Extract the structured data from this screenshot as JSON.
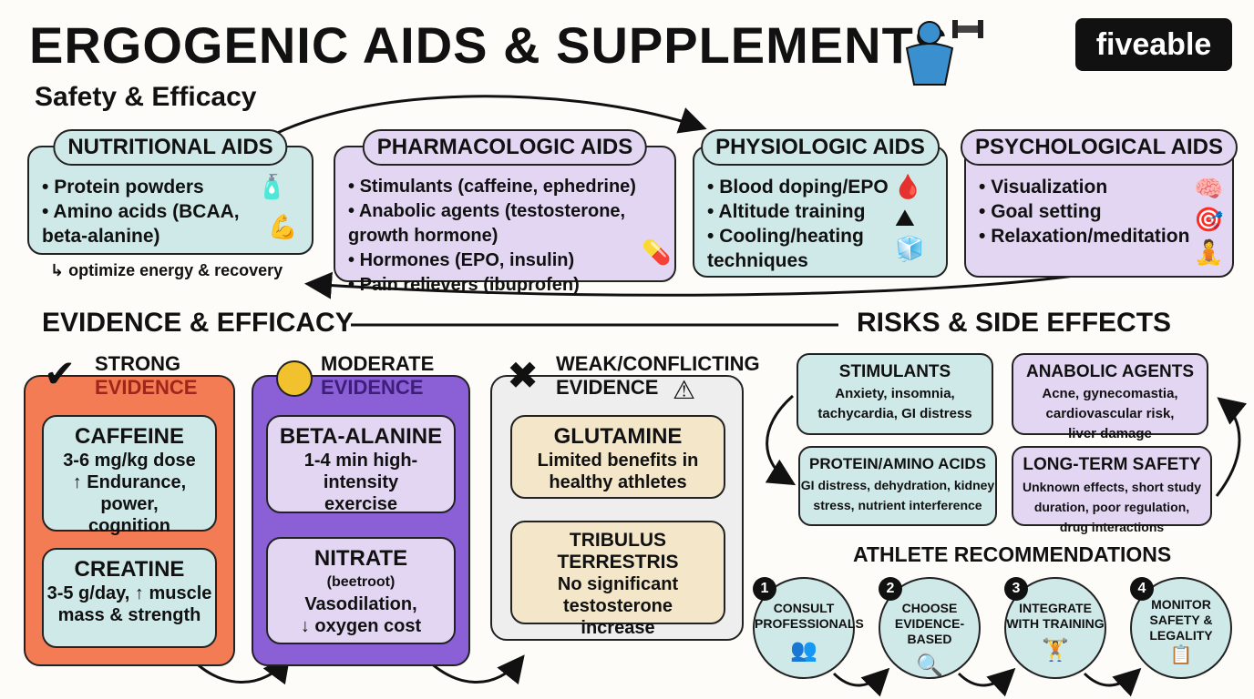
{
  "header": {
    "title": "ERGOGENIC AIDS & SUPPLEMENTS",
    "subtitle": "Safety & Efficacy",
    "logo": "fiveable",
    "title_icon": "flexing-athlete-dumbbell-icon"
  },
  "aids": [
    {
      "title": "NUTRITIONAL AIDS",
      "items": [
        "Protein powders",
        "Amino acids (BCAA, beta-alanine)"
      ],
      "note": "↳ optimize energy & recovery",
      "icons": [
        "protein-jar-icon",
        "flexed-arm-icon"
      ]
    },
    {
      "title": "PHARMACOLOGIC AIDS",
      "items": [
        "Stimulants (caffeine, ephedrine)",
        "Anabolic agents (testosterone, growth hormone)",
        "Hormones (EPO, insulin)",
        "Pain relievers (ibuprofen)"
      ],
      "icons": [
        "pill-icon"
      ]
    },
    {
      "title": "PHYSIOLOGIC AIDS",
      "items": [
        "Blood doping/EPO",
        "Altitude training",
        "Cooling/heating techniques"
      ],
      "icons": [
        "blood-bag-icon",
        "mountain-icon",
        "ice-cube-icon"
      ]
    },
    {
      "title": "PSYCHOLOGICAL AIDS",
      "items": [
        "Visualization",
        "Goal setting",
        "Relaxation/meditation"
      ],
      "icons": [
        "brain-icon",
        "target-icon",
        "meditation-icon"
      ]
    }
  ],
  "evidence": {
    "section_title": "EVIDENCE & EFFICACY",
    "columns": [
      {
        "heading_1": "STRONG",
        "heading_2": "EVIDENCE",
        "color": "#f47c55",
        "items": [
          {
            "name": "CAFFEINE",
            "lines": [
              "3-6 mg/kg dose",
              "↑ Endurance, power,",
              "cognition"
            ]
          },
          {
            "name": "CREATINE",
            "lines": [
              "3-5 g/day, ↑ muscle",
              "mass & strength"
            ]
          }
        ]
      },
      {
        "heading_1": "MODERATE",
        "heading_2": "EVIDENCE",
        "color": "#8b5fd6",
        "items": [
          {
            "name": "BETA-ALANINE",
            "lines": [
              "1-4 min high-intensity",
              "exercise"
            ]
          },
          {
            "name": "NITRATE",
            "sub": "(beetroot)",
            "lines": [
              "Vasodilation,",
              "↓ oxygen cost"
            ]
          }
        ]
      },
      {
        "heading_1": "WEAK/CONFLICTING",
        "heading_2": "EVIDENCE",
        "color": "#eeeeee",
        "items": [
          {
            "name": "GLUTAMINE",
            "lines": [
              "Limited benefits in",
              "healthy athletes"
            ]
          },
          {
            "name": "TRIBULUS TERRESTRIS",
            "lines": [
              "No significant",
              "testosterone",
              "increase"
            ]
          }
        ]
      }
    ]
  },
  "risks": {
    "section_title": "RISKS & SIDE EFFECTS",
    "items": [
      {
        "title": "STIMULANTS",
        "lines": [
          "Anxiety, insomnia,",
          "tachycardia, GI distress"
        ]
      },
      {
        "title": "ANABOLIC AGENTS",
        "lines": [
          "Acne, gynecomastia,",
          "cardiovascular risk,",
          "liver damage"
        ]
      },
      {
        "title": "PROTEIN/AMINO ACIDS",
        "lines": [
          "GI distress, dehydration, kidney",
          "stress, nutrient interference"
        ]
      },
      {
        "title": "LONG-TERM SAFETY",
        "lines": [
          "Unknown effects, short study",
          "duration, poor regulation,",
          "drug interactions"
        ]
      }
    ]
  },
  "recommendations": {
    "title": "ATHLETE RECOMMENDATIONS",
    "steps": [
      {
        "num": "1",
        "line1": "CONSULT",
        "line2": "PROFESSIONALS"
      },
      {
        "num": "2",
        "line1": "CHOOSE",
        "line2": "EVIDENCE-BASED"
      },
      {
        "num": "3",
        "line1": "INTEGRATE",
        "line2": "WITH TRAINING"
      },
      {
        "num": "4",
        "line1": "MONITOR",
        "line2": "SAFETY &",
        "line3": "LEGALITY"
      }
    ]
  }
}
